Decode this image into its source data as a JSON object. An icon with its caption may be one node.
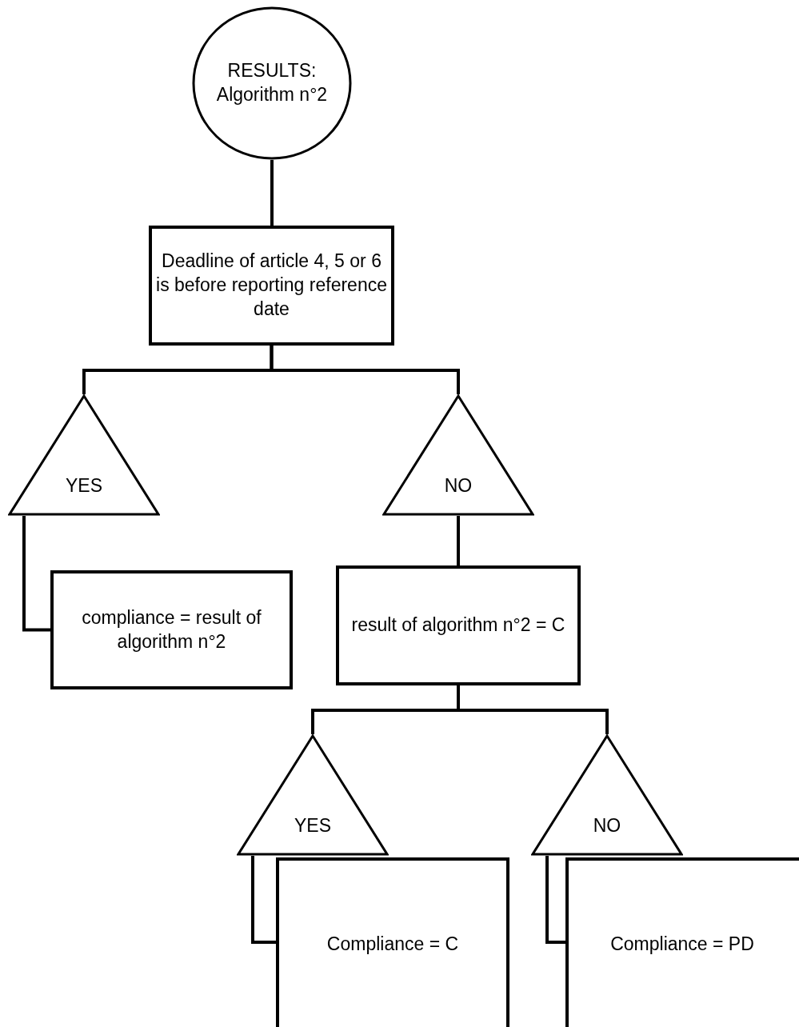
{
  "diagram": {
    "nodes": [
      {
        "text": [
          "RESULTS: Algorithm n°2"
        ]
      },
      {
        "text": [
          "Deadline of article 4, 5 or 6 is before reporting reference date"
        ]
      },
      {
        "text": [
          "YES"
        ]
      },
      {
        "text": [
          "NO"
        ]
      },
      {
        "text": [
          "compliance = result of algorithm n°2"
        ]
      },
      {
        "text": [
          "result of algorithm n°2 = C"
        ]
      },
      {
        "text": [
          "YES"
        ]
      },
      {
        "text": [
          "NO"
        ]
      },
      {
        "text": [
          "Compliance = C"
        ]
      },
      {
        "text": [
          "Compliance = PD"
        ]
      }
    ],
    "edges": [
      {
        "from": 0,
        "to": 1,
        "arrow": "none"
      },
      {
        "from": 1,
        "to": 2,
        "arrow": "none"
      },
      {
        "from": 1,
        "to": 3,
        "arrow": "none"
      },
      {
        "from": 2,
        "to": 4,
        "arrow": "none"
      },
      {
        "from": 3,
        "to": 5,
        "arrow": "none"
      },
      {
        "from": 5,
        "to": 6,
        "arrow": "none"
      },
      {
        "from": 5,
        "to": 7,
        "arrow": "none"
      },
      {
        "from": 6,
        "to": 8,
        "arrow": "none"
      },
      {
        "from": 7,
        "to": 9,
        "arrow": "none"
      }
    ]
  }
}
